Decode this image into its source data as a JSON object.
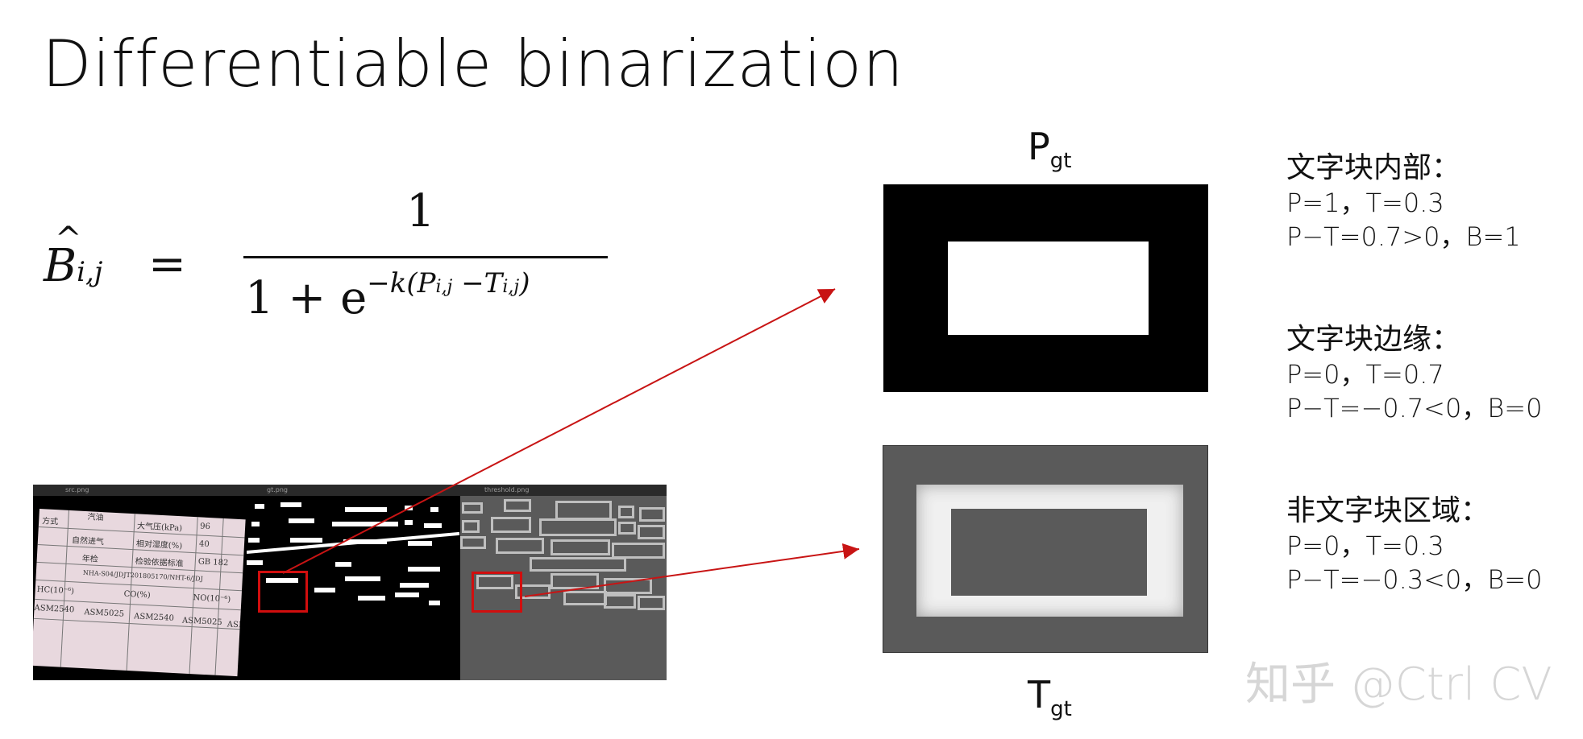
{
  "title": "Differentiable binarization",
  "formula": {
    "lhs_symbol": "B",
    "lhs_sub": "i,j",
    "equals": "=",
    "numerator": "1",
    "denominator_prefix": "1 + e",
    "exponent": "−k(P",
    "exponent_mid": "i,j",
    "exponent_dash": " −T",
    "exponent_end": "i,j",
    "exponent_close": ")"
  },
  "p_label": {
    "main": "P",
    "sub": "gt"
  },
  "t_label": {
    "main": "T",
    "sub": "gt"
  },
  "notes": [
    {
      "heading": "文字块内部：",
      "line1": "P=1，T=0.3",
      "line2": "P−T=0.7>0，B=1"
    },
    {
      "heading": "文字块边缘：",
      "line1": "P=0，T=0.7",
      "line2": "P−T=−0.7<0，B=0"
    },
    {
      "heading": "非文字块区域：",
      "line1": "P=0，T=0.3",
      "line2": "P−T=−0.3<0，B=0"
    }
  ],
  "watermark": "知乎 @Ctrl CV",
  "screenshot": {
    "tab_labels": [
      "src.png",
      "gt.png",
      "threshold.png"
    ],
    "doc_text": [
      "方式",
      "汽油",
      "大气压(kPa)",
      "96",
      "自然进气",
      "相对湿度(%)",
      "40",
      "年检",
      "检验依据标准",
      "GB 182",
      "NHA-S04/JDJT201805170/NHT-6/JDJ",
      "HC(10⁻⁶)",
      "CO(%)",
      "NO(10⁻⁶)",
      "ASM2540",
      "ASM5025",
      "ASM2540",
      "ASM5025",
      "ASM"
    ]
  },
  "colors": {
    "arrow": "#c81414",
    "highlight": "#d10e0e",
    "threshold_bg": "#5a5a5a"
  }
}
